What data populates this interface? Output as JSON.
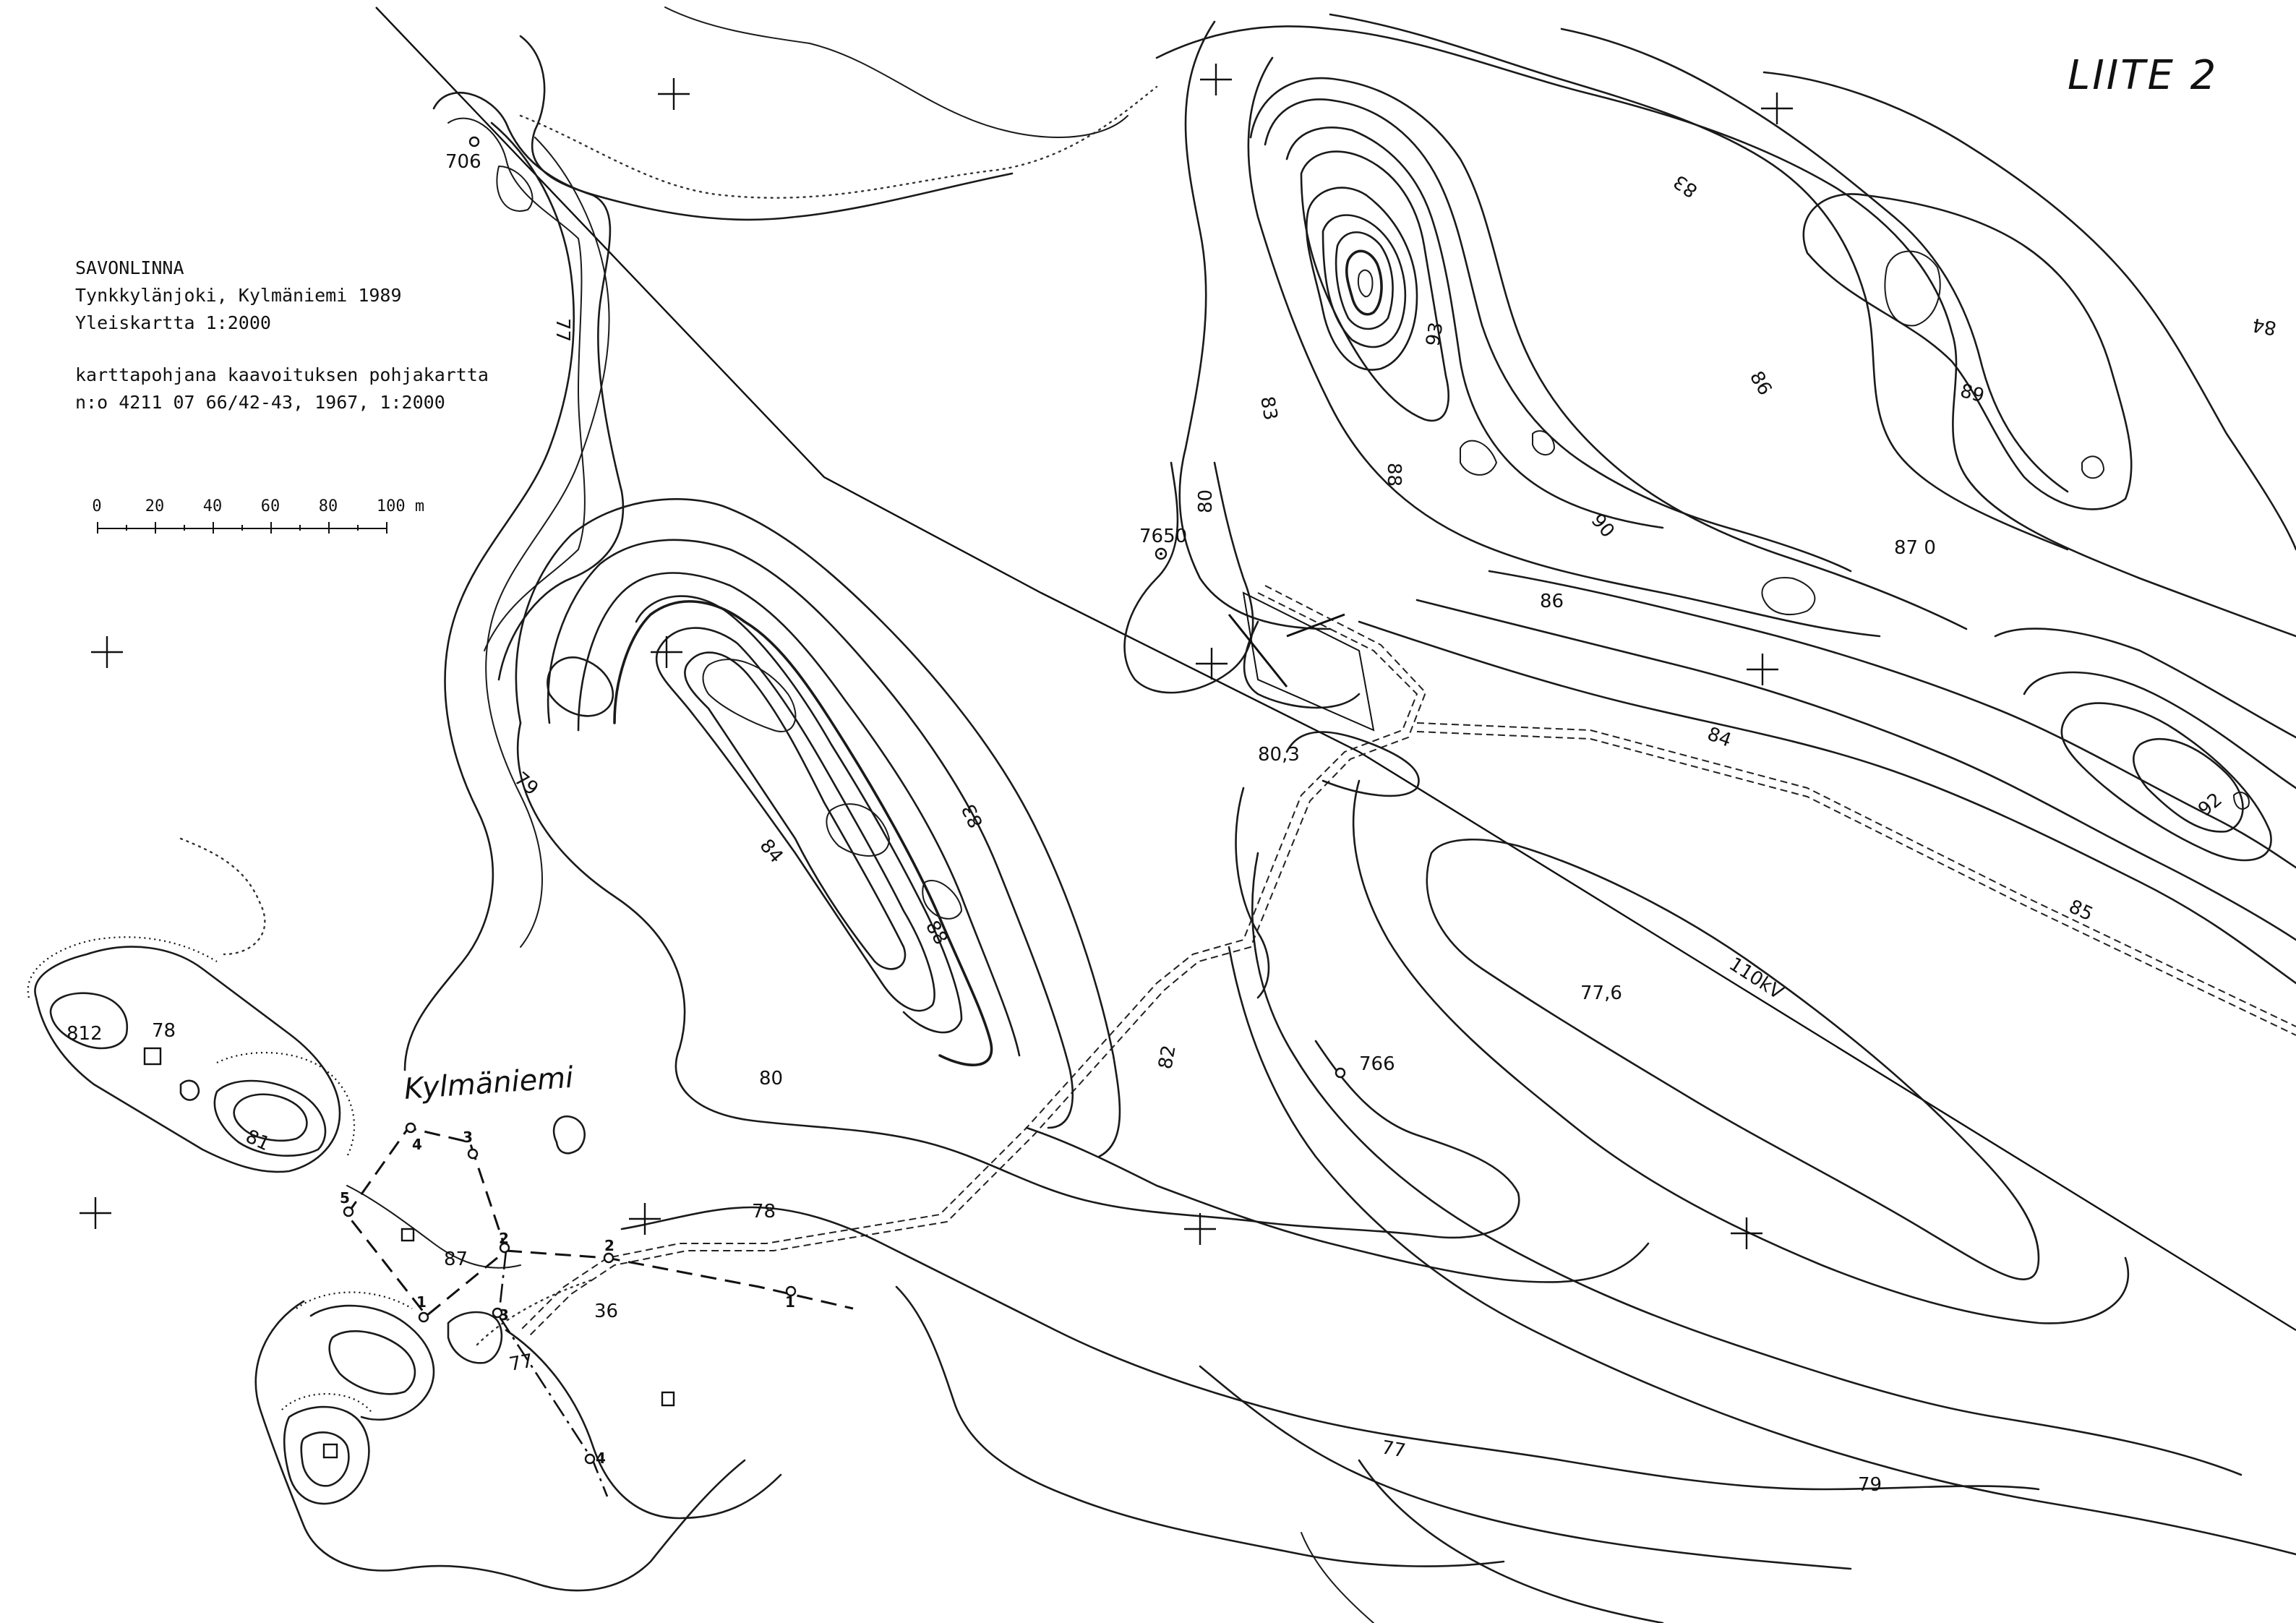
{
  "sheet_title": "LIITE 2",
  "legend": {
    "line1": "SAVONLINNA",
    "line2": "Tynkkylänjoki, Kylmäniemi 1989",
    "line3": "Yleiskartta 1:2000",
    "line4": "karttapohjana kaavoituksen pohjakartta",
    "line5": "n:o 4211 07 66/42-43, 1967, 1:2000"
  },
  "scale_bar": {
    "labels": [
      "0",
      "20",
      "40",
      "60",
      "80",
      "100 m"
    ]
  },
  "place_name": "Kylmäniemi",
  "power_line_label": "110kV",
  "contour_labels": {
    "c77_top": "77",
    "c79_left": "79",
    "c84_ridge": "84",
    "c83_ridge": "83",
    "c88_ridge": "88",
    "c80_mid": "80",
    "c82_mid": "82",
    "c78_low": "78",
    "c80_hill": "80",
    "c83_hill": "83",
    "c88_hill": "88",
    "c93_hill": "93",
    "c90_hill": "90",
    "c86_hill": "86",
    "c83_ne": "83",
    "c86_ne": "86",
    "c89_ne": "89",
    "c84_edge": "84",
    "c84_mid": "84",
    "c85_east": "85",
    "c92_east": "92",
    "c77_south": "77",
    "c79_south": "79",
    "c81_point": "81",
    "c78_point": "78",
    "c87_point": "87",
    "c77_cape": "77",
    "c36_cape": "36"
  },
  "spot_heights": {
    "h706": "706",
    "h7650": "7650",
    "h803": "80,3",
    "h870": "87 0",
    "h776": "77,6",
    "h766": "766",
    "h812": "812"
  },
  "boundary_points": {
    "p1a": "1",
    "p2a": "2",
    "p3a": "3",
    "p4a": "4",
    "p5a": "5",
    "p1b": "1",
    "p2b": "2",
    "p3b": "3",
    "p4b": "4"
  }
}
